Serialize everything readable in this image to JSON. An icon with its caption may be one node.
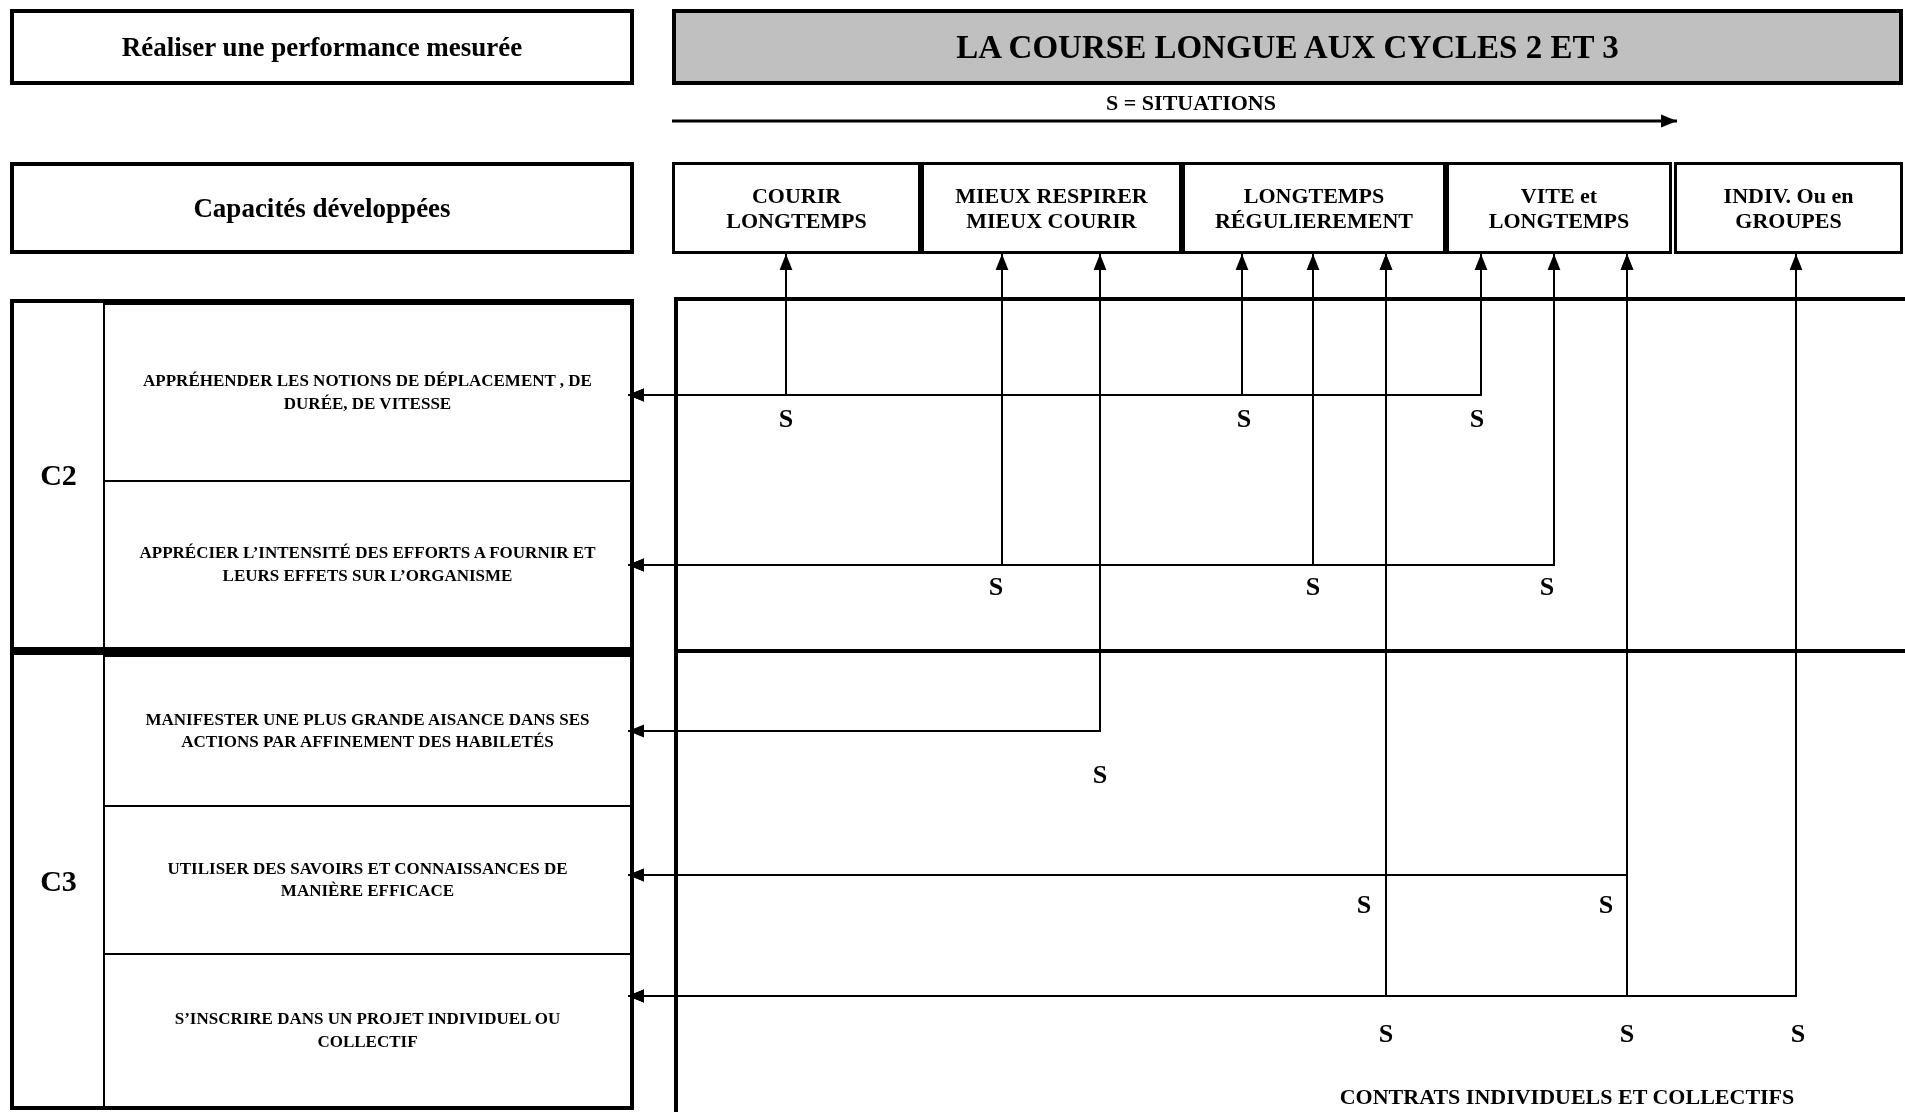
{
  "diagram": {
    "nodes": [
      {
        "text": [
          "Réaliser une performance mesurée"
        ]
      },
      {
        "text": [
          "LA COURSE LONGUE AUX CYCLES 2 ET 3"
        ]
      },
      {
        "text": [
          "Capacités  développées"
        ]
      },
      {
        "text": [
          "COURIR LONGTEMPS"
        ]
      },
      {
        "text": [
          "MIEUX RESPIRER MIEUX COURIR"
        ]
      },
      {
        "text": [
          "LONGTEMPS RÉGULIEREMENT"
        ]
      },
      {
        "text": [
          "VITE et LONGTEMPS"
        ]
      },
      {
        "text": [
          "INDIV. Ou en GROUPES"
        ]
      },
      {
        "text": [
          "C2"
        ]
      },
      {
        "text": [
          "C3"
        ]
      },
      {
        "text": [
          "APPRÉHENDER LES NOTIONS DE DÉPLACEMENT , DE DURÉE, DE VITESSE"
        ],
        "in": 8
      },
      {
        "text": [
          "APPRÉCIER L’INTENSITÉ DES EFFORTS A FOURNIR ET LEURS EFFETS SUR L’ORGANISME"
        ],
        "in": 8
      },
      {
        "text": [
          "MANIFESTER UNE PLUS GRANDE AISANCE DANS SES ACTIONS PAR AFFINEMENT DES HABILETÉS"
        ],
        "in": 9
      },
      {
        "text": [
          "UTILISER DES SAVOIRS ET CONNAISSANCES DE MANIÈRE EFFICACE"
        ],
        "in": 9
      },
      {
        "text": [
          "S’INSCRIRE DANS UN PROJET INDIVIDUEL OU COLLECTIF"
        ],
        "in": 9
      }
    ],
    "edges": [
      {
        "from": 3,
        "to": 10,
        "arrow": "both",
        "label": "S"
      },
      {
        "from": 5,
        "to": 10,
        "arrow": "both",
        "label": "S"
      },
      {
        "from": 6,
        "to": 10,
        "arrow": "both",
        "label": "S"
      },
      {
        "from": 4,
        "to": 11,
        "arrow": "both",
        "label": "S"
      },
      {
        "from": 5,
        "to": 11,
        "arrow": "both",
        "label": "S"
      },
      {
        "from": 6,
        "to": 11,
        "arrow": "both",
        "label": "S"
      },
      {
        "from": 4,
        "to": 12,
        "arrow": "both",
        "label": "S"
      },
      {
        "from": 5,
        "to": 13,
        "arrow": "both",
        "label": "S"
      },
      {
        "from": 6,
        "to": 13,
        "arrow": "both",
        "label": "S"
      },
      {
        "from": 5,
        "to": 14,
        "arrow": "both",
        "label": "S"
      },
      {
        "from": 6,
        "to": 14,
        "arrow": "both",
        "label": "S"
      },
      {
        "from": 7,
        "to": 14,
        "arrow": "both",
        "label": "S"
      }
    ],
    "labels": [
      "S = SITUATIONS",
      "CONTRATS INDIVIDUELS ET COLLECTIFS"
    ]
  }
}
